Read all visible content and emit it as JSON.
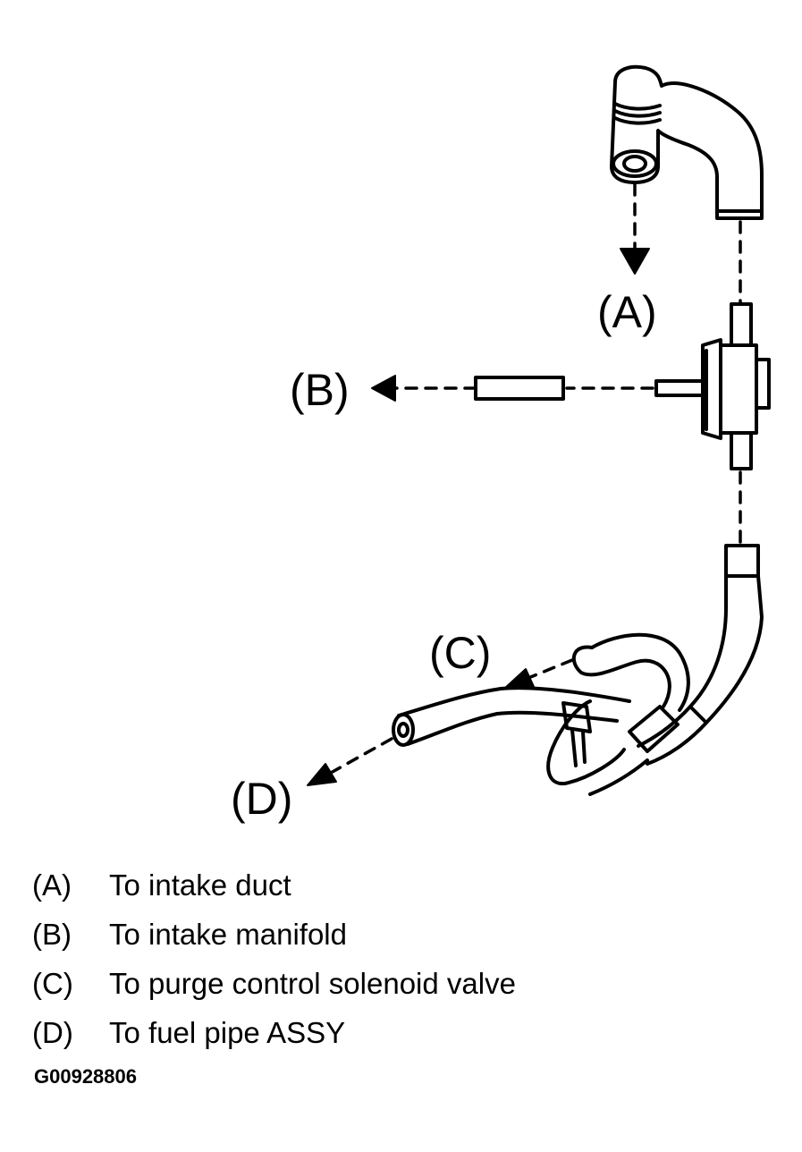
{
  "callouts": {
    "a": "(A)",
    "b": "(B)",
    "c": "(C)",
    "d": "(D)"
  },
  "legend": [
    {
      "key": "(A)",
      "text": "To intake duct"
    },
    {
      "key": "(B)",
      "text": "To intake manifold"
    },
    {
      "key": "(C)",
      "text": "To purge control solenoid valve"
    },
    {
      "key": "(D)",
      "text": "To fuel pipe ASSY"
    }
  ],
  "figure_id": "G00928806",
  "colors": {
    "line": "#000000",
    "background": "#ffffff"
  }
}
